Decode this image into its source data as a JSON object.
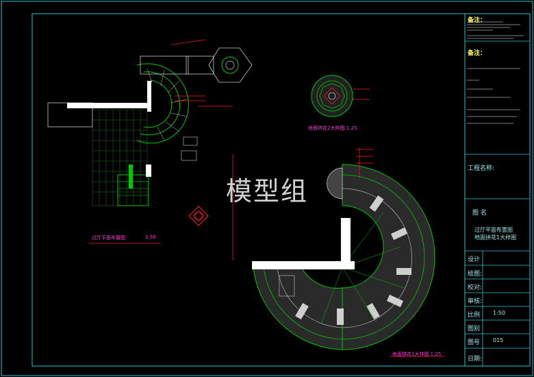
{
  "watermark": "模型组",
  "title_block": {
    "notes_heading": "备注：",
    "notes_heading_2": "备注：",
    "project_name_label": "工程名称:",
    "drawing_name_label": "图  名",
    "drawing_name_line1": "过厅平面布置图",
    "drawing_name_line2": "地面拼花1大样图",
    "design_label": "设计",
    "draw_label": "绘图:",
    "check_label": "校对:",
    "review_label": "审核:",
    "scale_label": "比例",
    "scale_value": "1:50",
    "sheet_label": "图别",
    "number_label": "图号",
    "number_value": "015",
    "date_label": "日期:"
  },
  "captions": {
    "plan": "过厅平面布置图",
    "plan_scale": "1:50",
    "detail2": "地面拼花2大样图  1:25",
    "detail1": "地面拼花1大样图  1:25"
  },
  "colors": {
    "background": "#000000",
    "frame": "#2ec6d8",
    "walls": "#ffffff",
    "hatch": "#00c800",
    "dimension": "#ff2020",
    "caption": "#ff3bd8"
  }
}
